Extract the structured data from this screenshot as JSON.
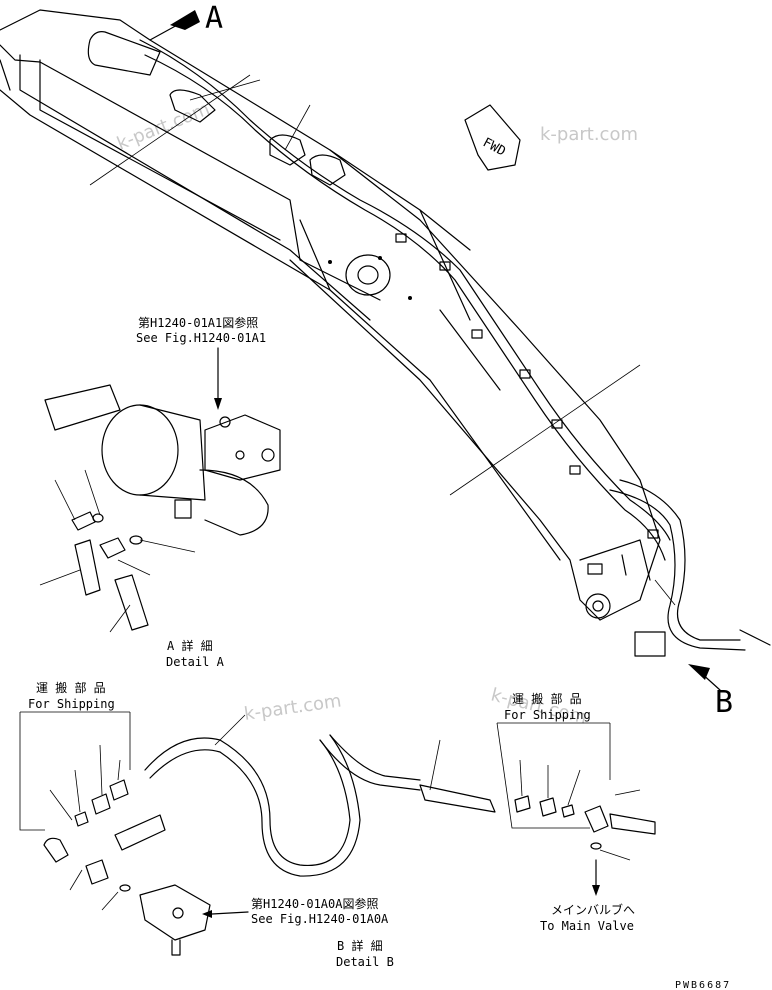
{
  "callouts": {
    "view_a_letter": "A",
    "view_b_letter": "B",
    "fwd": "FWD"
  },
  "references": {
    "a1_jp": "第H1240-01A1図参照",
    "a1_en": "See Fig.H1240-01A1",
    "a0a_jp": "第H1240-01A0A図参照",
    "a0a_en": "See Fig.H1240-01A0A"
  },
  "details": {
    "a_jp": "A 詳 細",
    "a_en": "Detail A",
    "b_jp": "B 詳 細",
    "b_en": "Detail B"
  },
  "shipping": {
    "left_jp": "運 搬 部 品",
    "left_en": "For Shipping",
    "right_jp": "運 搬 部 品",
    "right_en": "For Shipping"
  },
  "main_valve": {
    "jp": "メインバルブへ",
    "en": "To Main Valve"
  },
  "watermark": "k-part.com",
  "drawing_number": "PWB6687"
}
